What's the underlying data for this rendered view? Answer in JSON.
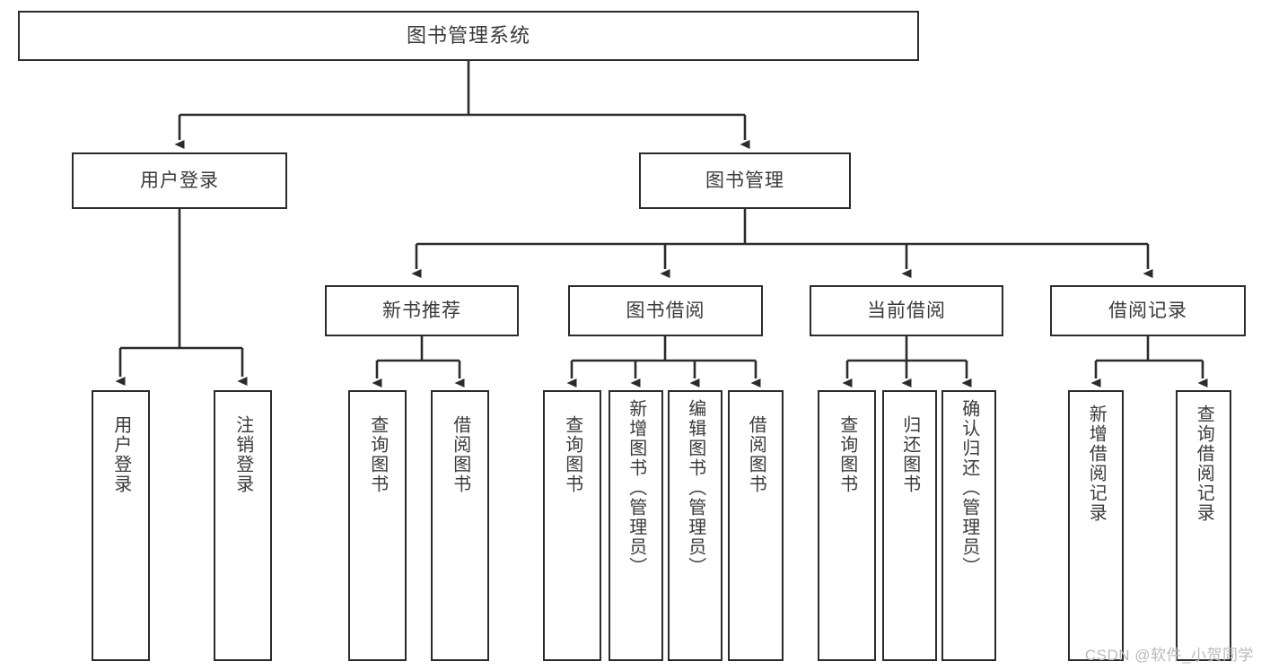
{
  "diagram": {
    "title": "图书管理系统",
    "type": "tree-hierarchy",
    "watermark": "CSDN @软件_小贺同学",
    "colors": {
      "box_border": "#2b2b2b",
      "box_fill": "#ffffff",
      "text": "#3a3a3a",
      "connector": "#2b2b2b",
      "watermark": "#b9b9b9",
      "background": "#ffffff"
    },
    "root": {
      "label": "图书管理系统"
    },
    "level2": [
      {
        "label": "用户登录"
      },
      {
        "label": "图书管理"
      }
    ],
    "level3": [
      {
        "label": "新书推荐"
      },
      {
        "label": "图书借阅"
      },
      {
        "label": "当前借阅"
      },
      {
        "label": "借阅记录"
      }
    ],
    "leaves": {
      "user_login": [
        {
          "label": "用户登录"
        },
        {
          "label": "注销登录"
        }
      ],
      "new_book_recommend": [
        {
          "label": "查询图书"
        },
        {
          "label": "借阅图书"
        }
      ],
      "book_borrow": [
        {
          "label": "查询图书"
        },
        {
          "label": "新增图书（管理员）"
        },
        {
          "label": "编辑图书（管理员）"
        },
        {
          "label": "借阅图书"
        }
      ],
      "current_borrow": [
        {
          "label": "查询图书"
        },
        {
          "label": "归还图书"
        },
        {
          "label": "确认归还（管理员）"
        }
      ],
      "borrow_record": [
        {
          "label": "新增借阅记录"
        },
        {
          "label": "查询借阅记录"
        }
      ]
    }
  }
}
